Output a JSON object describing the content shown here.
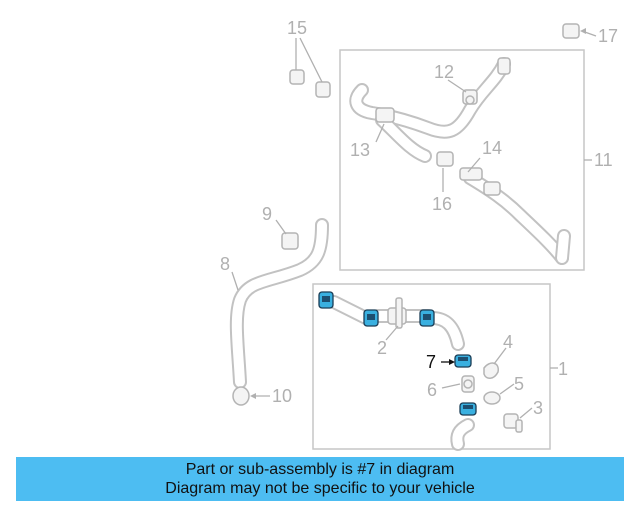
{
  "callouts": {
    "c1": "1",
    "c2": "2",
    "c3": "3",
    "c4": "4",
    "c5": "5",
    "c6": "6",
    "c7": "7",
    "c8": "8",
    "c9": "9",
    "c10": "10",
    "c11": "11",
    "c12": "12",
    "c13": "13",
    "c14": "14",
    "c15": "15",
    "c16": "16",
    "c17": "17"
  },
  "highlight": {
    "part_number": "7",
    "color": "#3ab0e0"
  },
  "banner": {
    "line1": "Part or sub-assembly is #7 in diagram",
    "line2": "Diagram may not be specific to your vehicle",
    "background": "#4dbdf2"
  }
}
